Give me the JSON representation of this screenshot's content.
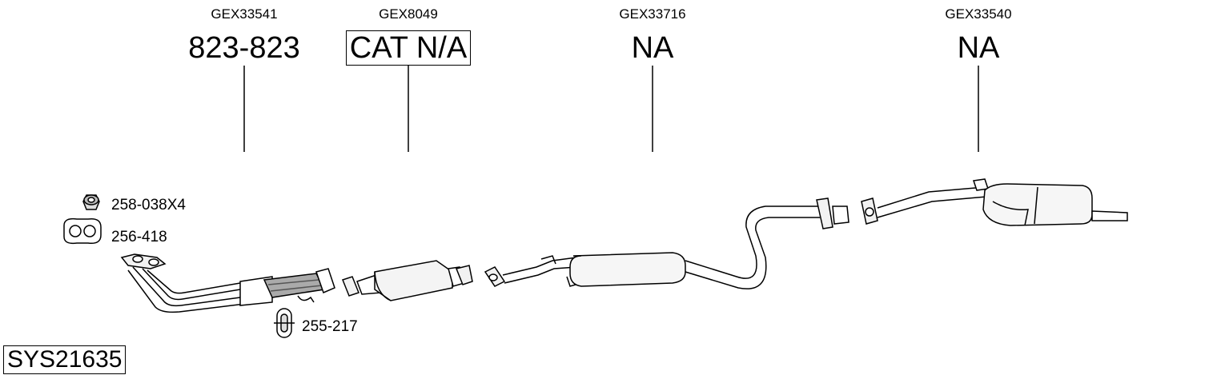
{
  "columns": [
    {
      "code": "GEX33541",
      "part": "823-823"
    },
    {
      "code": "GEX8049",
      "part": "CAT N/A"
    },
    {
      "code": "GEX33716",
      "part": "NA"
    },
    {
      "code": "GEX33540",
      "part": "NA"
    }
  ],
  "accessories": {
    "nut": "258-038X4",
    "gasket": "256-418",
    "mount": "255-217"
  },
  "system_id": "SYS21635"
}
